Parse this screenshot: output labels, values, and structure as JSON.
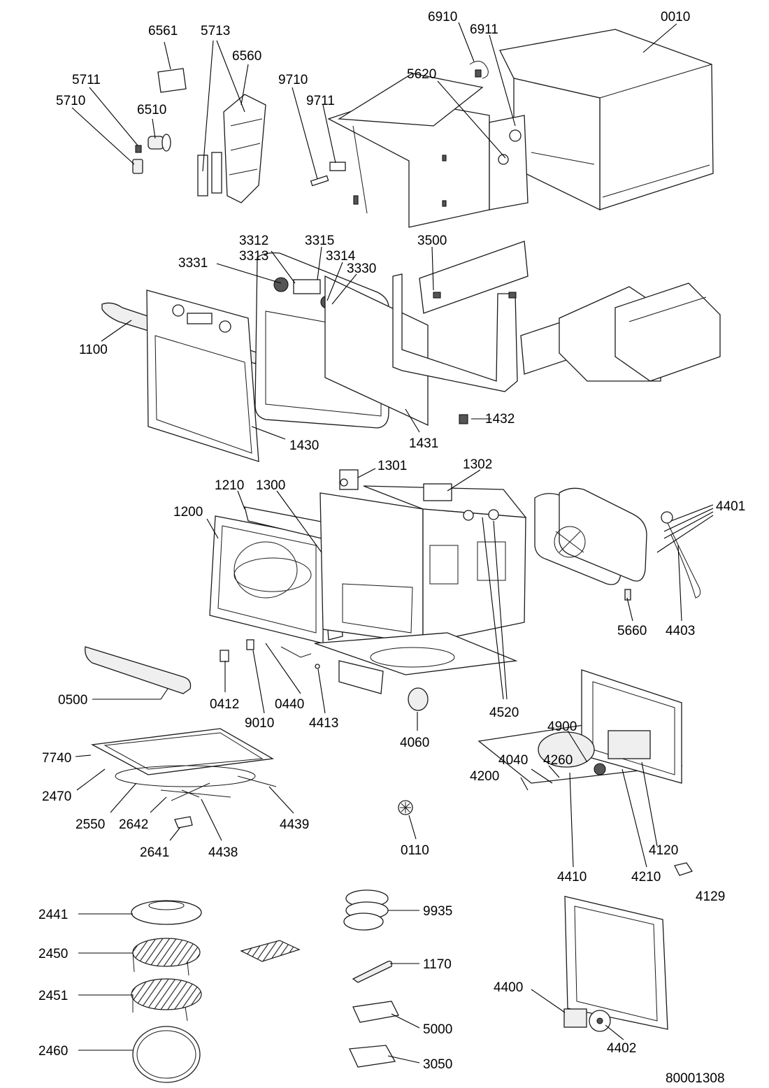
{
  "document_number": "80001308",
  "labels": [
    "0010",
    "6910",
    "6911",
    "5620",
    "6561",
    "5713",
    "6560",
    "5711",
    "5710",
    "6510",
    "9710",
    "9711",
    "3312",
    "3313",
    "3315",
    "3314",
    "3331",
    "3330",
    "3500",
    "1100",
    "1430",
    "1431",
    "1432",
    "1301",
    "1302",
    "1210",
    "1300",
    "1200",
    "4401",
    "5660",
    "4403",
    "0500",
    "0412",
    "9010",
    "0440",
    "4413",
    "4060",
    "4520",
    "4900",
    "4040",
    "4260",
    "4200",
    "7740",
    "2470",
    "2550",
    "2642",
    "4439",
    "4438",
    "2641",
    "0110",
    "4410",
    "4210",
    "4120",
    "4129",
    "2441",
    "2450",
    "2451",
    "2460",
    "9935",
    "1170",
    "5000",
    "3050",
    "4400",
    "4402"
  ]
}
